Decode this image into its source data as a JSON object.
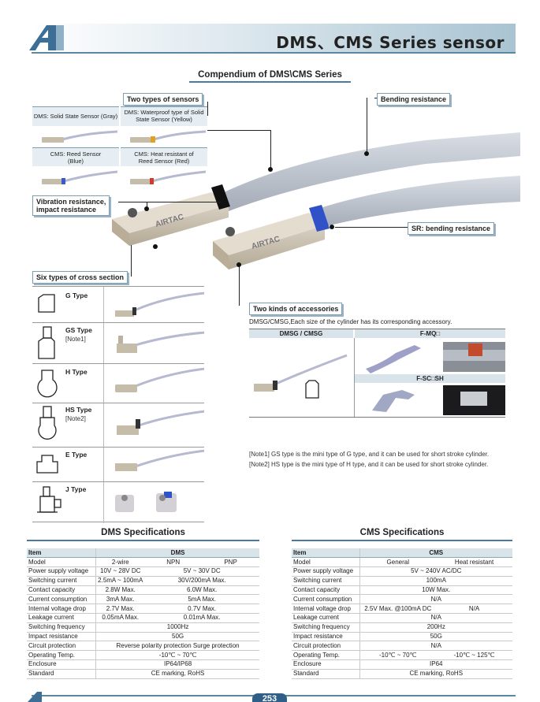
{
  "header": {
    "title": "DMS、CMS Series sensor"
  },
  "compendium": {
    "title": "Compendium of DMS\\CMS Series"
  },
  "callouts": {
    "two_types": "Two types of sensors",
    "bending": "Bending resistance",
    "vibration_line1": "Vibration resistance,",
    "vibration_line2": "impact resistance",
    "sr_bending": "SR: bending resistance",
    "six_types": "Six types of cross section",
    "accessories": "Two kinds of accessories"
  },
  "sensor_types": {
    "dms_solid": "DMS: Solid State Sensor (Gray)",
    "dms_water_line1": "DMS: Waterproof type of Solid",
    "dms_water_line2": "State Sensor (Yellow)",
    "cms_reed_line1": "CMS: Reed Sensor",
    "cms_reed_line2": "(Blue)",
    "cms_heat_line1": "CMS: Heat resistant of",
    "cms_heat_line2": "Reed Sensor (Red)"
  },
  "brand_marks": {
    "left": "AIRTAC",
    "right": "AIRTAC"
  },
  "cross_sections": [
    {
      "label": "G Type",
      "note": ""
    },
    {
      "label": "GS Type",
      "note": "[Note1]"
    },
    {
      "label": "H Type",
      "note": ""
    },
    {
      "label": "HS Type",
      "note": "[Note2]"
    },
    {
      "label": "E Type",
      "note": ""
    },
    {
      "label": "J Type",
      "note": ""
    }
  ],
  "accessories": {
    "intro": "DMSG/CMSG,Each size of the cylinder has its corresponding accessory.",
    "col1": "DMSG / CMSG",
    "col2": "F-MQ□",
    "col3": "F-SC□SH"
  },
  "notes": {
    "note1": "[Note1] GS type is the mini type of G type, and it can be used for short stroke cylinder.",
    "note2": "[Note2] HS type is the mini type of H type, and it can be used for short stroke cylinder."
  },
  "dms_spec": {
    "title": "DMS Specifications",
    "header": [
      "Item",
      "DMS"
    ],
    "model": [
      "Model",
      "2-wire",
      "NPN",
      "PNP"
    ],
    "rows_split": [
      [
        "Power supply voltage",
        "10V ~ 28V DC",
        "5V ~ 30V DC"
      ],
      [
        "Switching current",
        "2.5mA ~ 100mA",
        "30V/200mA Max."
      ],
      [
        "Contact capacity",
        "2.8W Max.",
        "6.0W Max."
      ],
      [
        "Current consumption",
        "3mA Max.",
        "5mA Max."
      ],
      [
        "Internal voltage drop",
        "2.7V Max.",
        "0.7V Max."
      ],
      [
        "Leakage current",
        "0.05mA Max.",
        "0.01mA Max."
      ]
    ],
    "rows_full": [
      [
        "Switching frequency",
        "1000Hz"
      ],
      [
        "Impact resistance",
        "50G"
      ],
      [
        "Circuit protection",
        "Reverse polarity protection Surge protection"
      ],
      [
        "Operating Temp.",
        "-10℃ ~ 70℃"
      ],
      [
        "Enclosure",
        "IP64/IP68"
      ],
      [
        "Standard",
        "CE marking, RoHS"
      ]
    ]
  },
  "cms_spec": {
    "title": "CMS Specifications",
    "header": [
      "Item",
      "CMS"
    ],
    "rows": [
      [
        "Model",
        "General",
        "Heat resistant"
      ],
      [
        "Power supply voltage",
        "5V ~ 240V AC/DC",
        ""
      ],
      [
        "Switching current",
        "100mA",
        ""
      ],
      [
        "Contact capacity",
        "10W  Max.",
        ""
      ],
      [
        "Current consumption",
        "N/A",
        ""
      ],
      [
        "Internal voltage drop",
        "2.5V Max. @100mA DC",
        "N/A"
      ],
      [
        "Leakage current",
        "N/A",
        ""
      ],
      [
        "Switching frequency",
        "200Hz",
        ""
      ],
      [
        "Impact resistance",
        "50G",
        ""
      ],
      [
        "Circuit protection",
        "N/A",
        ""
      ],
      [
        "Operating Temp.",
        "-10℃ ~ 70℃",
        "-10℃ ~ 125℃"
      ],
      [
        "Enclosure",
        "IP64",
        ""
      ],
      [
        "Standard",
        "CE marking, RoHS",
        ""
      ]
    ]
  },
  "footer": {
    "page_number": "253"
  },
  "colors": {
    "accent": "#4a7aa0",
    "header_band": "#a9c4d2",
    "table_head": "#d8e3ea",
    "sensor_body": "#c9c0b3",
    "sensor_cable": "#b7bec8"
  }
}
